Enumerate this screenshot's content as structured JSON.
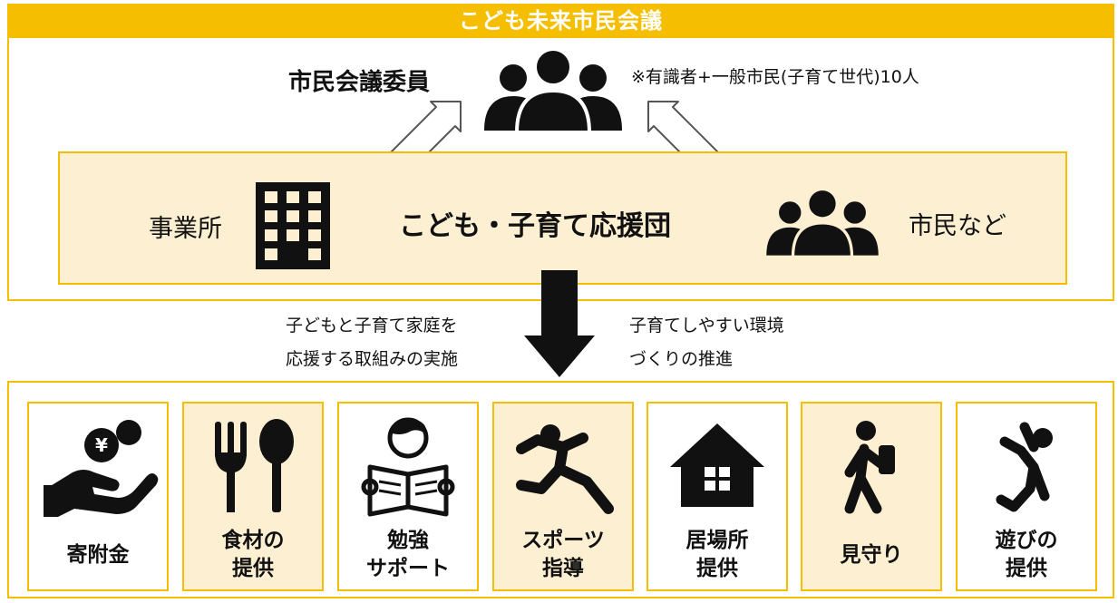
{
  "council": {
    "title": "こども未来市民会議",
    "members_label": "市民会議委員",
    "members_note": "※有識者+一般市民(子育て世代)10人"
  },
  "support_group": {
    "name": "こども・子育て応援団",
    "business_label": "事業所",
    "citizens_label": "市民など"
  },
  "descriptions": {
    "left": [
      "子どもと子育て家庭を",
      "応援する取組みの実施"
    ],
    "right": [
      "子育てしやすい環境",
      "づくりの推進"
    ]
  },
  "activities": [
    {
      "label": "寄附金",
      "icon": "donation-hand-icon"
    },
    {
      "label": "食材の\n提供",
      "icon": "fork-spoon-icon"
    },
    {
      "label": "勉強\nサポート",
      "icon": "child-reading-icon"
    },
    {
      "label": "スポーツ\n指導",
      "icon": "running-person-icon"
    },
    {
      "label": "居場所\n提供",
      "icon": "house-icon"
    },
    {
      "label": "見守り",
      "icon": "walking-child-icon"
    },
    {
      "label": "遊びの\n提供",
      "icon": "playing-child-icon"
    }
  ],
  "colors": {
    "accent": "#f5be00",
    "panel": "#fdf0d2",
    "icon": "#111111"
  }
}
